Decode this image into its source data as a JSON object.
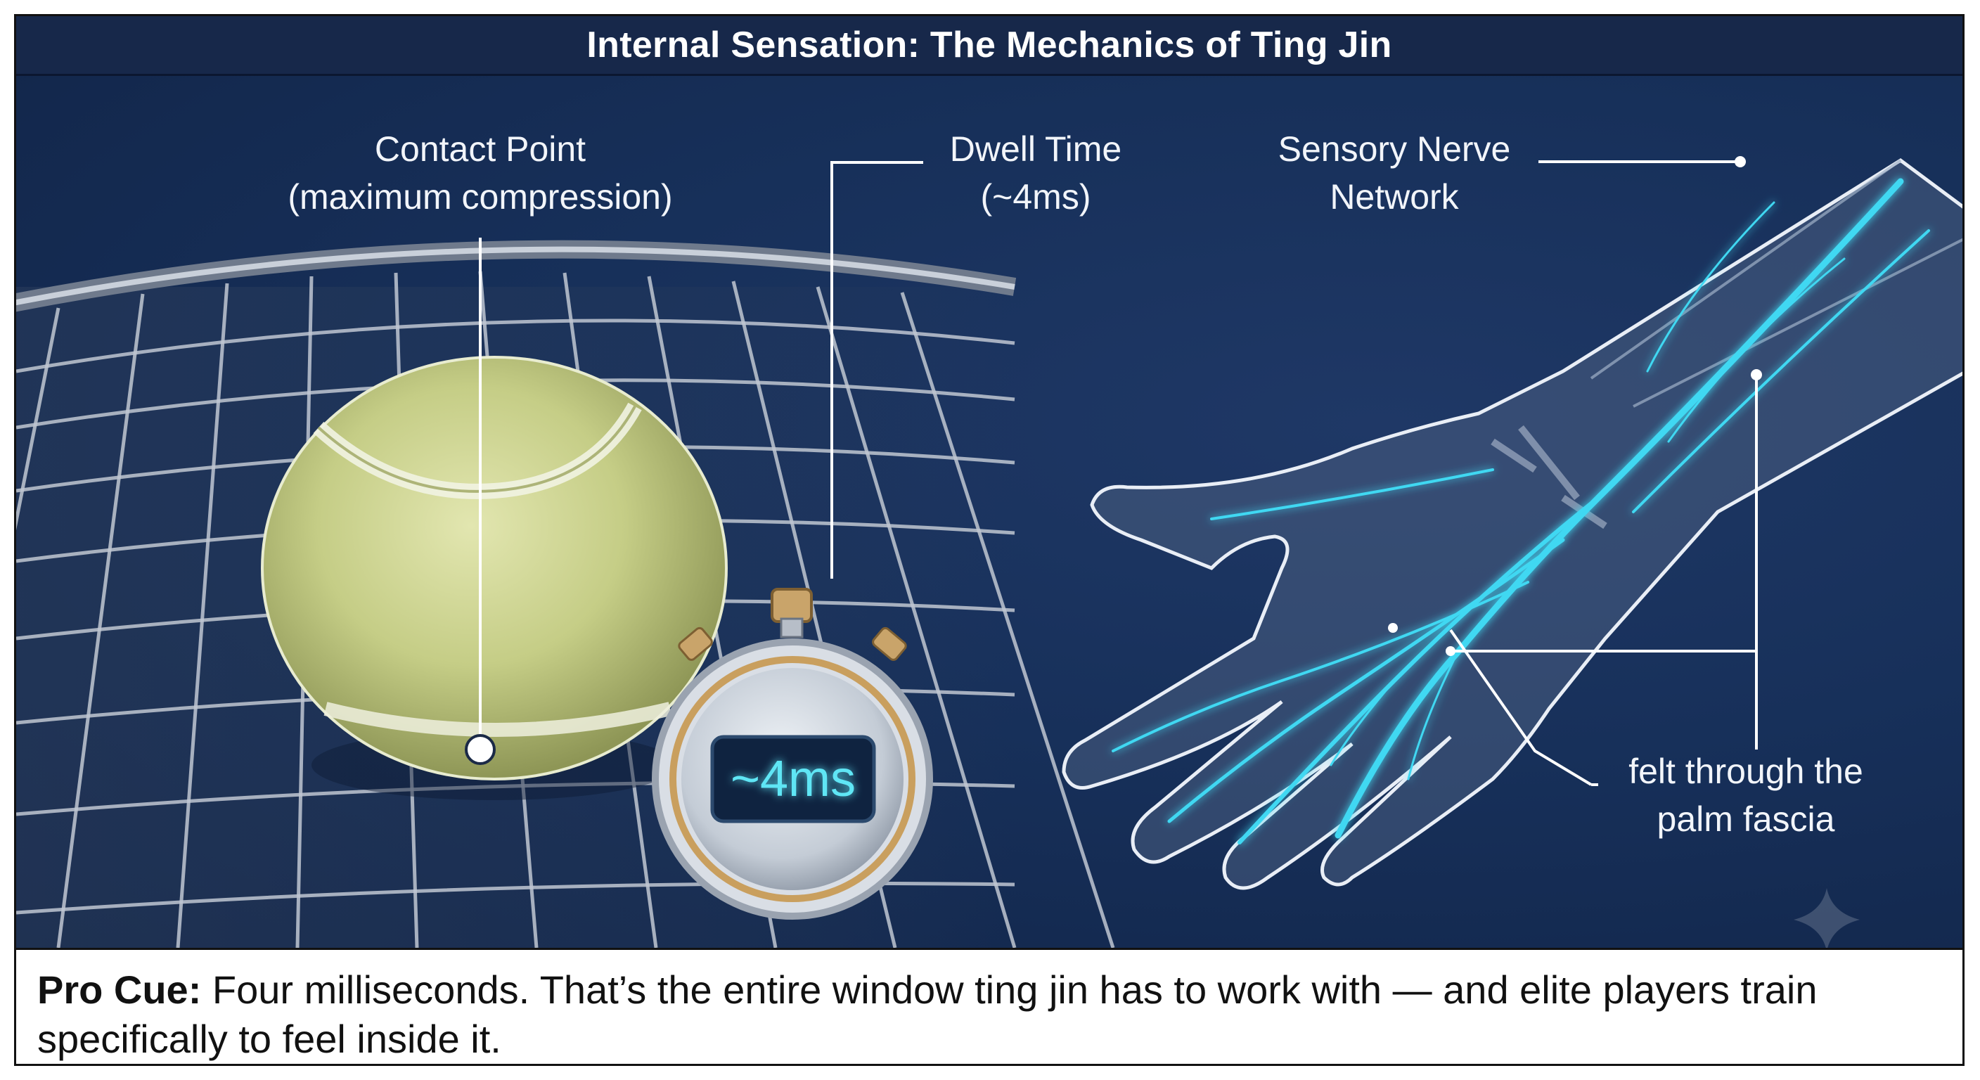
{
  "title": "Internal Sensation: The Mechanics of Ting Jin",
  "labels": {
    "contact_line1": "Contact Point",
    "contact_line2": "(maximum compression)",
    "dwell_line1": "Dwell Time",
    "dwell_line2": "(~4ms)",
    "nerve_line1": "Sensory Nerve",
    "nerve_line2": "Network",
    "palm_line1": "felt through the",
    "palm_line2": "palm fascia"
  },
  "stopwatch": {
    "readout": "~4ms"
  },
  "pro_cue": {
    "prefix": "Pro Cue:",
    "text": " Four milliseconds. That’s the entire window ting jin has to work with — and elite players train specifically to feel inside it."
  },
  "colors": {
    "background": "#13264a",
    "title_bar": "#17284a",
    "nerve_glow": "#3fd8f2",
    "ball": "#c7cf8a",
    "stopwatch_display": "#5ee6f5"
  },
  "icons": [
    "tennis-ball",
    "racket-strings",
    "stopwatch-icon",
    "hand-anatomy",
    "sparkle-icon"
  ]
}
